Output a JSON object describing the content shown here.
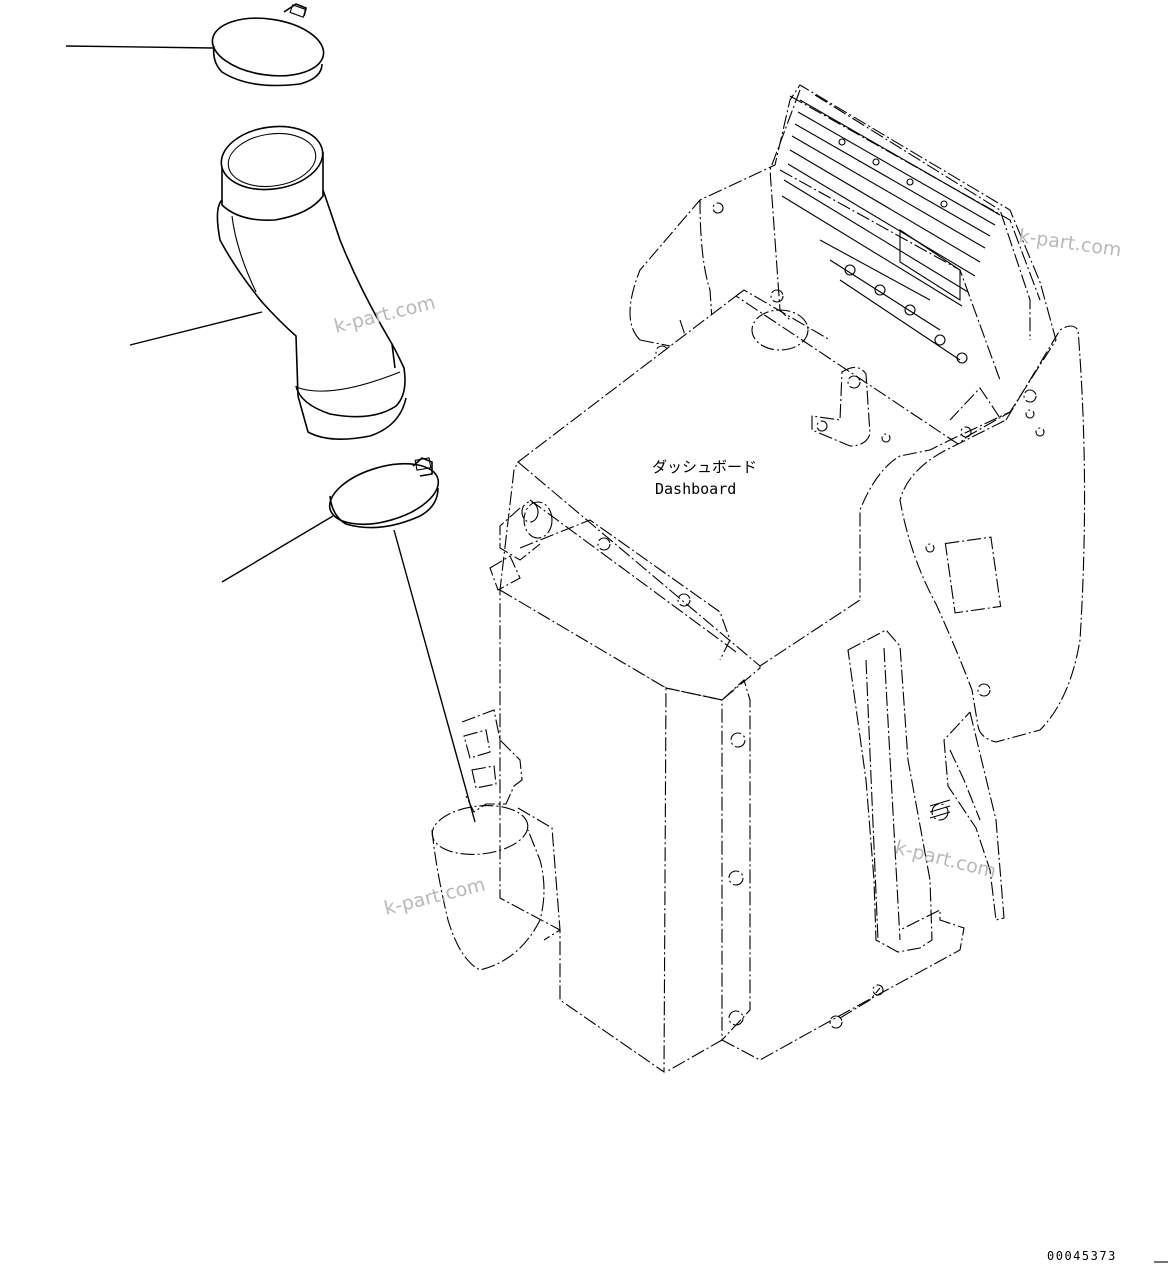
{
  "labels": {
    "dashboard_jp": "ダッシュボード",
    "dashboard_en": "Dashboard"
  },
  "watermarks": [
    "k-part.com",
    "k-part.com",
    "k-part.com",
    "k-part.com"
  ],
  "drawing_number": "00045373",
  "icons": {
    "upper_clamp": "hose-clamp-icon",
    "duct": "air-duct-icon",
    "lower_clamp": "hose-clamp-icon"
  }
}
